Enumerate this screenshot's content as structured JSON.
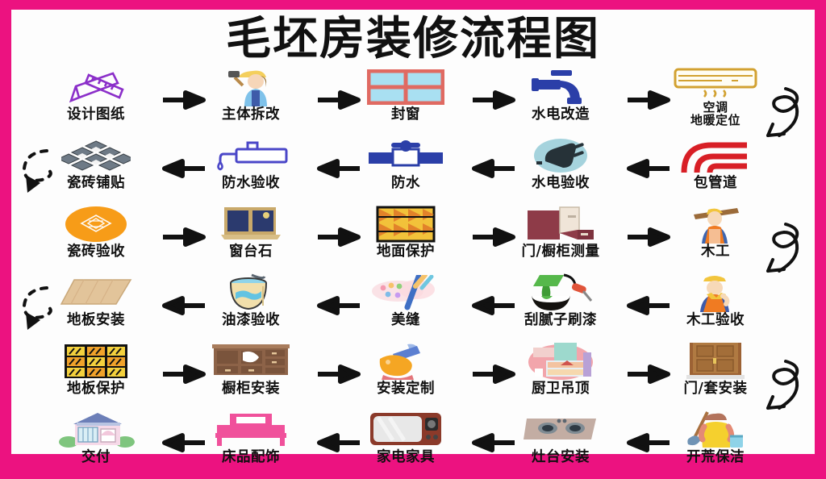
{
  "page": {
    "title": "毛坯房装修流程图",
    "border_color": "#ec1280",
    "background_color": "#fdfdfd",
    "arrow_color": "#111111"
  },
  "rows": [
    {
      "direction": "left-to-right",
      "steps": [
        {
          "label": "设计图纸",
          "icon": "ruler-pencil-icon"
        },
        {
          "label": "主体拆改",
          "icon": "worker-hammer-icon"
        },
        {
          "label": "封窗",
          "icon": "window-seal-icon"
        },
        {
          "label": "水电改造",
          "icon": "faucet-pipe-icon"
        },
        {
          "label": "空调\n地暖定位",
          "icon": "air-conditioner-icon"
        }
      ]
    },
    {
      "direction": "right-to-left",
      "steps": [
        {
          "label": "瓷砖铺贴",
          "icon": "tile-grid-icon"
        },
        {
          "label": "防水验收",
          "icon": "waterproof-check-icon"
        },
        {
          "label": "防水",
          "icon": "valve-icon"
        },
        {
          "label": "水电验收",
          "icon": "power-plug-icon"
        },
        {
          "label": "包管道",
          "icon": "pipe-wrap-icon"
        }
      ]
    },
    {
      "direction": "left-to-right",
      "steps": [
        {
          "label": "瓷砖验收",
          "icon": "tile-accept-icon"
        },
        {
          "label": "窗台石",
          "icon": "window-sill-icon"
        },
        {
          "label": "地面保护",
          "icon": "floor-protect-icon"
        },
        {
          "label": "门/橱柜测量",
          "icon": "cabinet-measure-icon"
        },
        {
          "label": "木工",
          "icon": "carpenter-icon"
        }
      ]
    },
    {
      "direction": "right-to-left",
      "steps": [
        {
          "label": "地板安装",
          "icon": "floorboard-icon"
        },
        {
          "label": "油漆验收",
          "icon": "paint-bucket-icon"
        },
        {
          "label": "美缝",
          "icon": "palette-brush-icon"
        },
        {
          "label": "刮腻子刷漆",
          "icon": "putty-paint-icon"
        },
        {
          "label": "木工验收",
          "icon": "carpenter-check-icon"
        }
      ]
    },
    {
      "direction": "left-to-right",
      "steps": [
        {
          "label": "地板保护",
          "icon": "floor-cover-icon"
        },
        {
          "label": "橱柜安装",
          "icon": "cupboard-icon"
        },
        {
          "label": "安装定制",
          "icon": "hand-tool-icon"
        },
        {
          "label": "厨卫吊顶",
          "icon": "kitchen-ceiling-icon"
        },
        {
          "label": "门/套安装",
          "icon": "door-icon"
        }
      ]
    },
    {
      "direction": "right-to-left",
      "steps": [
        {
          "label": "交付",
          "icon": "house-icon"
        },
        {
          "label": "床品配饰",
          "icon": "bed-icon"
        },
        {
          "label": "家电家具",
          "icon": "television-icon"
        },
        {
          "label": "灶台安装",
          "icon": "stove-icon"
        },
        {
          "label": "开荒保洁",
          "icon": "cleaning-person-icon"
        }
      ]
    }
  ],
  "connectors": {
    "right_curl_label": "curl-arrow-down-left",
    "left_dash_label": "dashed-arrow-down"
  }
}
